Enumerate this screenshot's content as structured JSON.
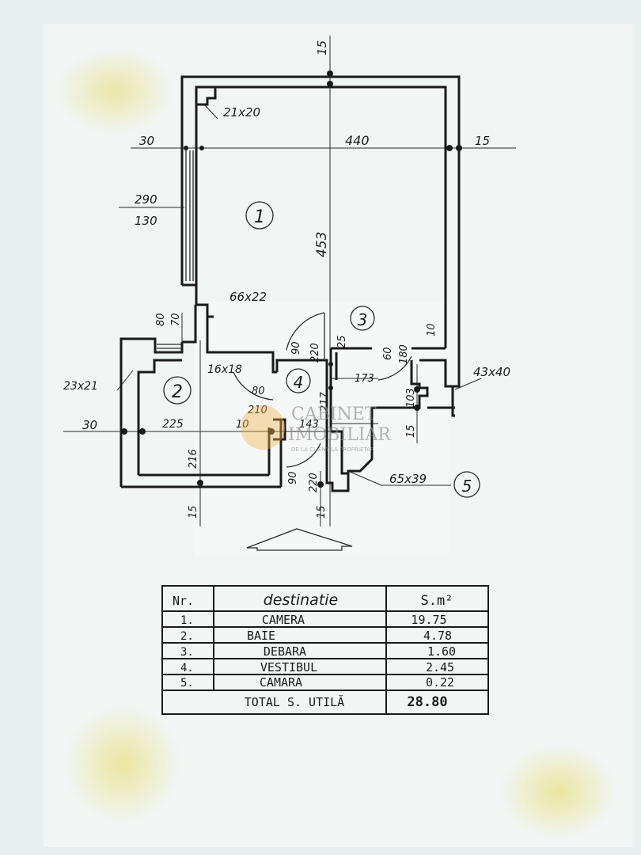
{
  "watermark": {
    "line1": "CABINET",
    "line2": "IMOBILIAR",
    "tagline": "DE LA CLIENT LA PROPRIETAR"
  },
  "rooms": [
    {
      "number": "1"
    },
    {
      "number": "2"
    },
    {
      "number": "3"
    },
    {
      "number": "4"
    },
    {
      "number": "5"
    }
  ],
  "dimensions": {
    "top_wall": "15",
    "left_wall": "30",
    "width_main": "440",
    "right_wall": "15",
    "corner_a": "21x20",
    "window_top": "290",
    "window_bottom": "130",
    "height_main": "453",
    "niche": "66x22",
    "sill_a": "80",
    "sill_b": "70",
    "door4_a": "90",
    "door4_b": "220",
    "d25": "25",
    "door3_a": "60",
    "door3_b": "180",
    "d10a": "10",
    "corner_b": "43x40",
    "corner_c": "23x21",
    "corner_d": "16x18",
    "d173": "173",
    "d80": "80",
    "d217": "217",
    "d103": "103",
    "d210": "210",
    "left_wall_b": "30",
    "d225": "225",
    "d10b": "10",
    "d143": "143",
    "d15a": "15",
    "d216": "216",
    "door5_a": "90",
    "door5_b": "220",
    "corner_e": "65x39",
    "d15b": "15",
    "d15c": "15"
  },
  "table": {
    "headers": [
      "Nr.",
      "destinatie",
      "S.m²"
    ],
    "rows": [
      {
        "nr": "1.",
        "name": "CAMERA",
        "area": "19.75"
      },
      {
        "nr": "2.",
        "name": "BAIE",
        "area": "4.78"
      },
      {
        "nr": "3.",
        "name": "DEBARA",
        "area": "1.60"
      },
      {
        "nr": "4.",
        "name": "VESTIBUL",
        "area": "2.45"
      },
      {
        "nr": "5.",
        "name": "CAMARA",
        "area": "0.22"
      }
    ],
    "total_label": "TOTAL S. UTILĂ",
    "total_value": "28.80"
  },
  "colors": {
    "ink": "#1a1a1a",
    "paper": "#f1f5f4",
    "stain": "#e8e3a0",
    "watermark_accent": "#e8a640"
  }
}
